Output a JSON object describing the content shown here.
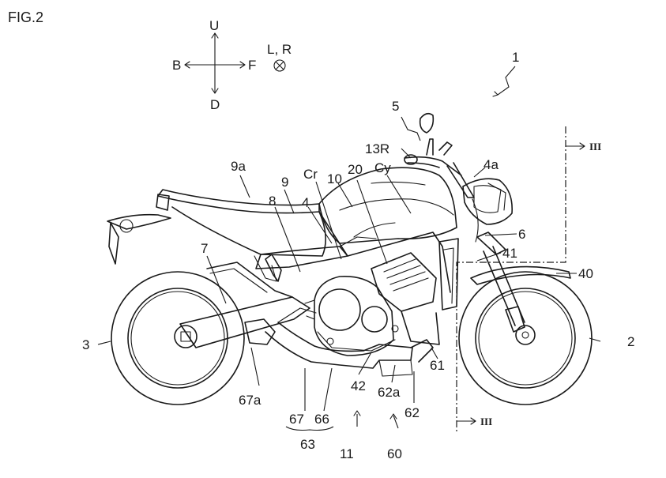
{
  "figure": {
    "title": "FIG.2"
  },
  "orientation": {
    "up": "U",
    "down": "D",
    "back": "B",
    "front": "F",
    "left_right": "L, R"
  },
  "section_marks": {
    "top": "III",
    "bottom": "III"
  },
  "labels": {
    "n1": "1",
    "n2": "2",
    "n3": "3",
    "n4": "4",
    "n4a": "4a",
    "n5": "5",
    "n6": "6",
    "n7": "7",
    "n8": "8",
    "n9": "9",
    "n9a": "9a",
    "n10": "10",
    "n11": "11",
    "n13R": "13R",
    "n20": "20",
    "ncr": "Cr",
    "ncy": "Cy",
    "n40": "40",
    "n41": "41",
    "n42": "42",
    "n60": "60",
    "n61": "61",
    "n62": "62",
    "n62a": "62a",
    "n63": "63",
    "n66": "66",
    "n67": "67",
    "n67a": "67a"
  }
}
